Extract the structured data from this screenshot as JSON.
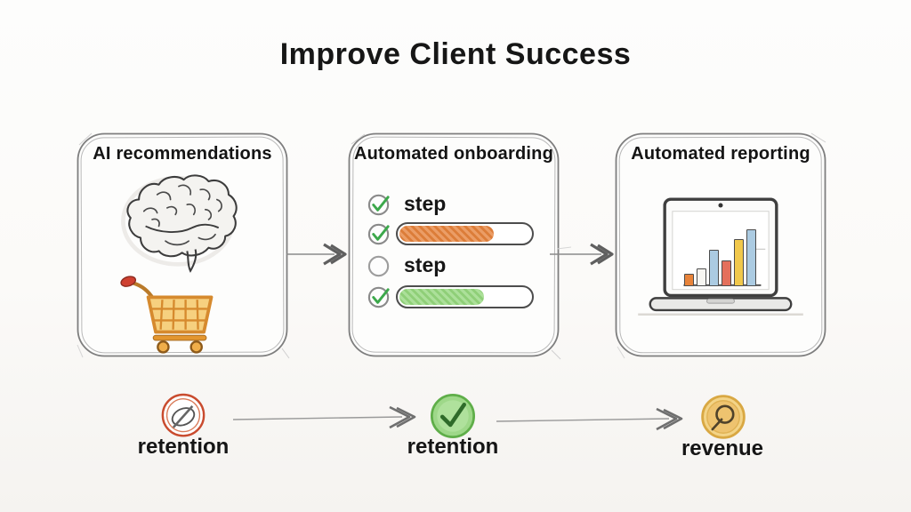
{
  "title": "Improve Client Success",
  "colors": {
    "ink": "#1b1b1b",
    "sketch_gray": "#8a8a8a",
    "arrow_gray": "#6f6f6f",
    "check_green": "#3ca84b",
    "progress_orange": "#e5823b",
    "progress_green": "#95d77d",
    "retention_red": "#c94b2e",
    "retention_green": "#8ed07a",
    "revenue_gold": "#efc973"
  },
  "cards": [
    {
      "title": "AI recommendations",
      "icons": [
        "brain-icon",
        "shopping-cart-icon"
      ]
    },
    {
      "title": "Automated onboarding",
      "rows": [
        {
          "type": "label",
          "checked": true,
          "label": "step"
        },
        {
          "type": "progress",
          "checked": true,
          "percent": 70,
          "color": "#e5823b"
        },
        {
          "type": "label",
          "checked": false,
          "label": "step"
        },
        {
          "type": "progress",
          "checked": true,
          "percent": 63,
          "color": "#95d77d"
        }
      ]
    },
    {
      "title": "Automated reporting",
      "icons": [
        "laptop-icon"
      ],
      "chart": {
        "type": "bar",
        "bar_heights": [
          14,
          20,
          41,
          29,
          53,
          64
        ],
        "bar_colors": [
          "#e8833a",
          "#f7f6f2",
          "#abcbe2",
          "#e4705c",
          "#f1c84b",
          "#abcbe2"
        ]
      }
    }
  ],
  "flow": [
    {
      "label": "retention",
      "icon": "phone-slash-icon"
    },
    {
      "label": "retention",
      "icon": "check-circle-icon"
    },
    {
      "label": "revenue",
      "icon": "coin-icon"
    }
  ]
}
